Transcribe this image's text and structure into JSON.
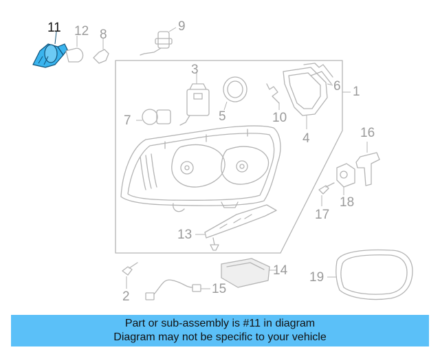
{
  "diagram": {
    "highlighted_part": "11",
    "highlight_color": "#3ab4ee",
    "line_color": "#b3b3b3",
    "callouts": {
      "c1": "1",
      "c2": "2",
      "c3": "3",
      "c4": "4",
      "c5": "5",
      "c6": "6",
      "c7": "7",
      "c8": "8",
      "c9": "9",
      "c10": "10",
      "c11": "11",
      "c12": "12",
      "c13": "13",
      "c14": "14",
      "c15": "15",
      "c16": "16",
      "c17": "17",
      "c18": "18",
      "c19": "19"
    }
  },
  "banner": {
    "line1": "Part or sub-assembly is #11 in diagram",
    "line2": "Diagram may not be specific to your vehicle",
    "background": "#5bc0f8"
  }
}
